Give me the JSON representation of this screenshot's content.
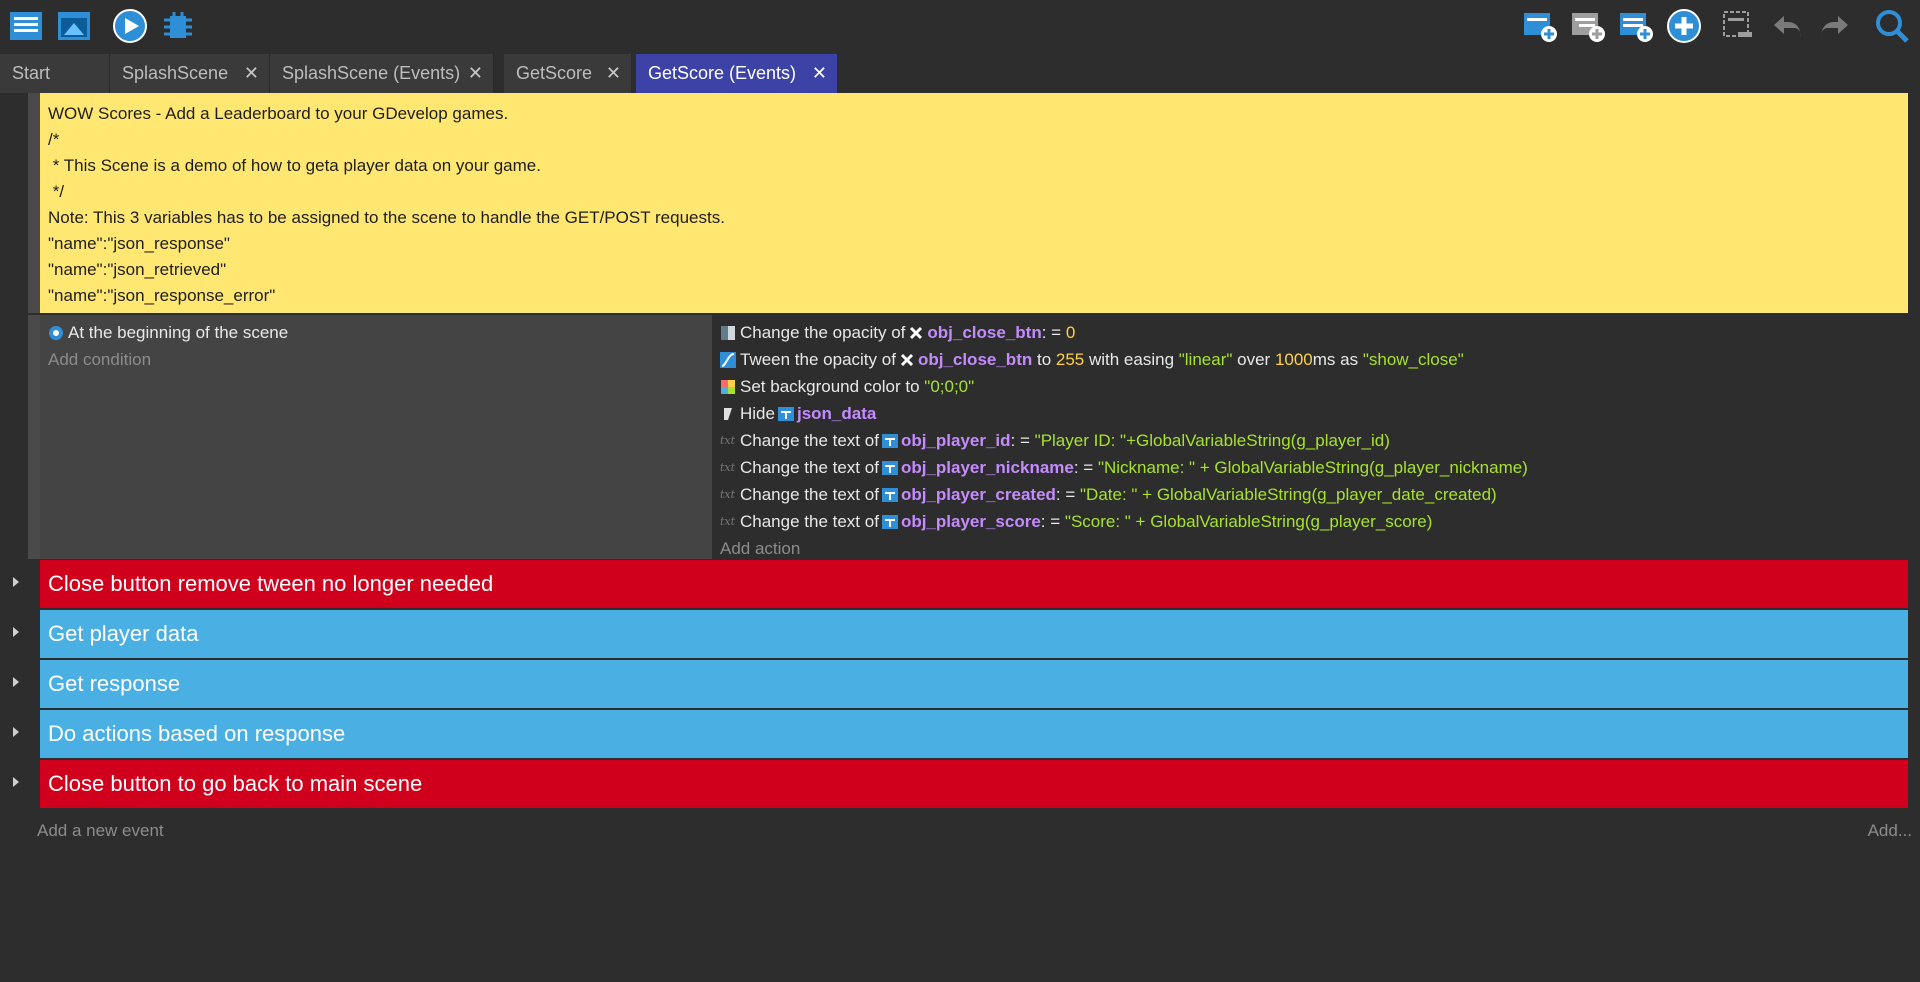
{
  "toolbar": {
    "left_icons": [
      "project-manager-icon",
      "scene-editor-icon",
      "preview-icon",
      "debug-icon"
    ],
    "right_icons": [
      "add-event-icon",
      "add-subevent-icon",
      "add-comment-icon",
      "add-other-icon",
      "delete-icon",
      "undo-icon",
      "redo-icon",
      "search-icon"
    ]
  },
  "tabs": [
    {
      "label": "Start Page",
      "closable": false
    },
    {
      "label": "SplashScene",
      "closable": true
    },
    {
      "label": "SplashScene (Events)",
      "closable": true
    },
    {
      "label": "GetScore",
      "closable": true
    },
    {
      "label": "GetScore (Events)",
      "closable": true,
      "active": true
    }
  ],
  "close_glyph": "✕",
  "comment": {
    "lines": [
      "WOW Scores - Add a Leaderboard to your GDevelop games.",
      "/*",
      " * This Scene is a demo of how to geta player data on your game.",
      " */",
      "Note: This 3 variables has to be assigned to the scene to handle the GET/POST requests.",
      "\"name\":\"json_response\"",
      "\"name\":\"json_retrieved\"",
      "\"name\":\"json_response_error\""
    ]
  },
  "event": {
    "condition": "At the beginning of the scene",
    "add_condition": "Add condition",
    "add_action": "Add action",
    "actions": {
      "a1": {
        "pre": "Change the opacity of",
        "obj": "obj_close_btn",
        "mid": ": = ",
        "val": "0"
      },
      "a2": {
        "pre": "Tween the opacity of",
        "obj": "obj_close_btn",
        "t1": " to ",
        "v1": "255",
        "t2": " with easing ",
        "s1": "\"linear\"",
        "t3": " over ",
        "v2": "1000",
        "t4": "ms as ",
        "s2": "\"show_close\""
      },
      "a3": {
        "pre": "Set background color to ",
        "val": "\"0;0;0\""
      },
      "a4": {
        "pre": "Hide",
        "obj": "json_data"
      },
      "a5": {
        "pre": "Change the text of",
        "obj": "obj_player_id",
        "mid": ": = ",
        "val": "\"Player ID: \"+GlobalVariableString(g_player_id)"
      },
      "a6": {
        "pre": "Change the text of",
        "obj": "obj_player_nickname",
        "mid": ": = ",
        "val": "\"Nickname: \" + GlobalVariableString(g_player_nickname)"
      },
      "a7": {
        "pre": "Change the text of",
        "obj": "obj_player_created",
        "mid": ": = ",
        "val": "\"Date: \" + GlobalVariableString(g_player_date_created)"
      },
      "a8": {
        "pre": "Change the text of",
        "obj": "obj_player_score",
        "mid": ": = ",
        "val": "\"Score: \" + GlobalVariableString(g_player_score)"
      }
    }
  },
  "groups": [
    {
      "label": "Close button remove tween no longer needed",
      "color": "#d0001c"
    },
    {
      "label": "Get player data",
      "color": "#4ab0e3"
    },
    {
      "label": "Get response",
      "color": "#4ab0e3"
    },
    {
      "label": "Do actions based on response",
      "color": "#4ab0e3"
    },
    {
      "label": "Close button to go back to main scene",
      "color": "#d0001c"
    }
  ],
  "footer": {
    "add_event": "Add a new event",
    "add_more": "Add..."
  },
  "colors": {
    "comment_bg": "#ffe772",
    "active_tab": "#3d43a6",
    "object_name": "#c48bff",
    "string_value": "#a6e22e",
    "number_value": "#ffd04a"
  }
}
